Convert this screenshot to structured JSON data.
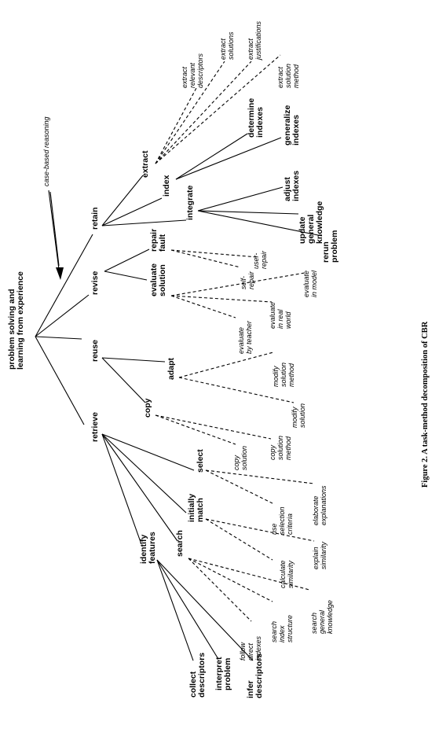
{
  "figure": {
    "caption": "Figure 2.  A task-method decomposition of CBR",
    "annotation": "case-based reasoning",
    "root": [
      "problem solving and",
      "learning from experience"
    ],
    "tasks": {
      "retrieve": [
        "retrieve"
      ],
      "reuse": [
        "reuse"
      ],
      "revise": [
        "revise"
      ],
      "retain": [
        "retain"
      ],
      "identify_features": [
        "identify",
        "features"
      ],
      "search": [
        "search"
      ],
      "initially_match": [
        "initially",
        "match"
      ],
      "select": [
        "select"
      ],
      "copy": [
        "copy"
      ],
      "adapt": [
        "adapt"
      ],
      "evaluate_solution": [
        "evaluate",
        "solution"
      ],
      "repair_fault": [
        "repair",
        "fault"
      ],
      "extract": [
        "extract"
      ],
      "index": [
        "index"
      ],
      "integrate": [
        "integrate"
      ],
      "collect_descriptors": [
        "collect",
        "descriptors"
      ],
      "interpret_problem": [
        "interpret",
        "problem"
      ],
      "infer_descriptors": [
        "infer",
        "descriptors"
      ],
      "determine_indexes": [
        "determine",
        "indexes"
      ],
      "generalize_indexes": [
        "generalize",
        "indexes"
      ],
      "adjust_indexes": [
        "adjust",
        "indexes"
      ],
      "update_general_knowledge": [
        "update",
        "general",
        "knowledge"
      ],
      "rerun_problem": [
        "rerun",
        "problem"
      ]
    },
    "methods": {
      "follow_direct_indexes": [
        "follow",
        "direct",
        "indexes"
      ],
      "search_index_structure": [
        "search",
        "index",
        "structure"
      ],
      "search_general_knowledge": [
        "search",
        "general",
        "knowledge"
      ],
      "calculate_similarity": [
        "calculate",
        "similarity"
      ],
      "explain_similarity": [
        "explain",
        "similarity"
      ],
      "use_selection_criteria": [
        "use",
        "selection",
        "criteria"
      ],
      "elaborate_explanations": [
        "elaborate",
        "explanations"
      ],
      "copy_solution": [
        "copy",
        "solution"
      ],
      "copy_solution_method": [
        "copy",
        "solution",
        "method"
      ],
      "modify_solution_method": [
        "modify",
        "solution",
        "method"
      ],
      "modify_solution": [
        "modify",
        "solution"
      ],
      "evaluate_by_teacher": [
        "evaluate",
        "by teacher"
      ],
      "evaluate_in_real_world": [
        "evaluate",
        "in real",
        "world"
      ],
      "evaluate_in_model": [
        "evaluate",
        "in model"
      ],
      "self_repair": [
        "self-",
        "repair"
      ],
      "user_repair": [
        "user-",
        "repair"
      ],
      "extract_relevant_descriptors": [
        "extract",
        "relevant",
        "descriptors"
      ],
      "extract_solutions": [
        "extract",
        "solutions"
      ],
      "extract_justifications": [
        "extract",
        "justifications"
      ],
      "extract_solution_method": [
        "extract",
        "solution",
        "method"
      ]
    }
  }
}
